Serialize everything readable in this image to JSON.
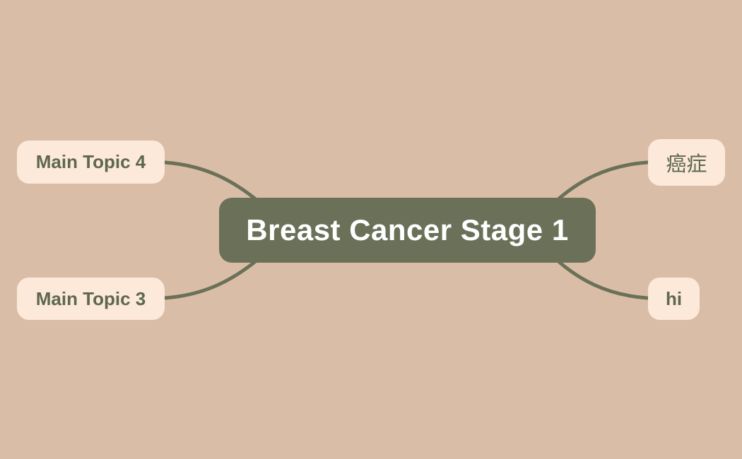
{
  "mindmap": {
    "root": {
      "label": "Breast Cancer Stage 1"
    },
    "branches": [
      {
        "id": "main-topic-4",
        "label": "Main Topic 4",
        "side": "left",
        "position": "top"
      },
      {
        "id": "main-topic-3",
        "label": "Main Topic 3",
        "side": "left",
        "position": "bottom"
      },
      {
        "id": "cancer-zh",
        "label": "癌症",
        "side": "right",
        "position": "top"
      },
      {
        "id": "hi",
        "label": "hi",
        "side": "right",
        "position": "bottom"
      }
    ],
    "colors": {
      "background": "#DABDA7",
      "root_fill": "#6B7159",
      "root_text": "#FFFFFF",
      "branch_fill": "#FCE9DA",
      "branch_text": "#5E684E",
      "connector": "#6B7159"
    }
  }
}
